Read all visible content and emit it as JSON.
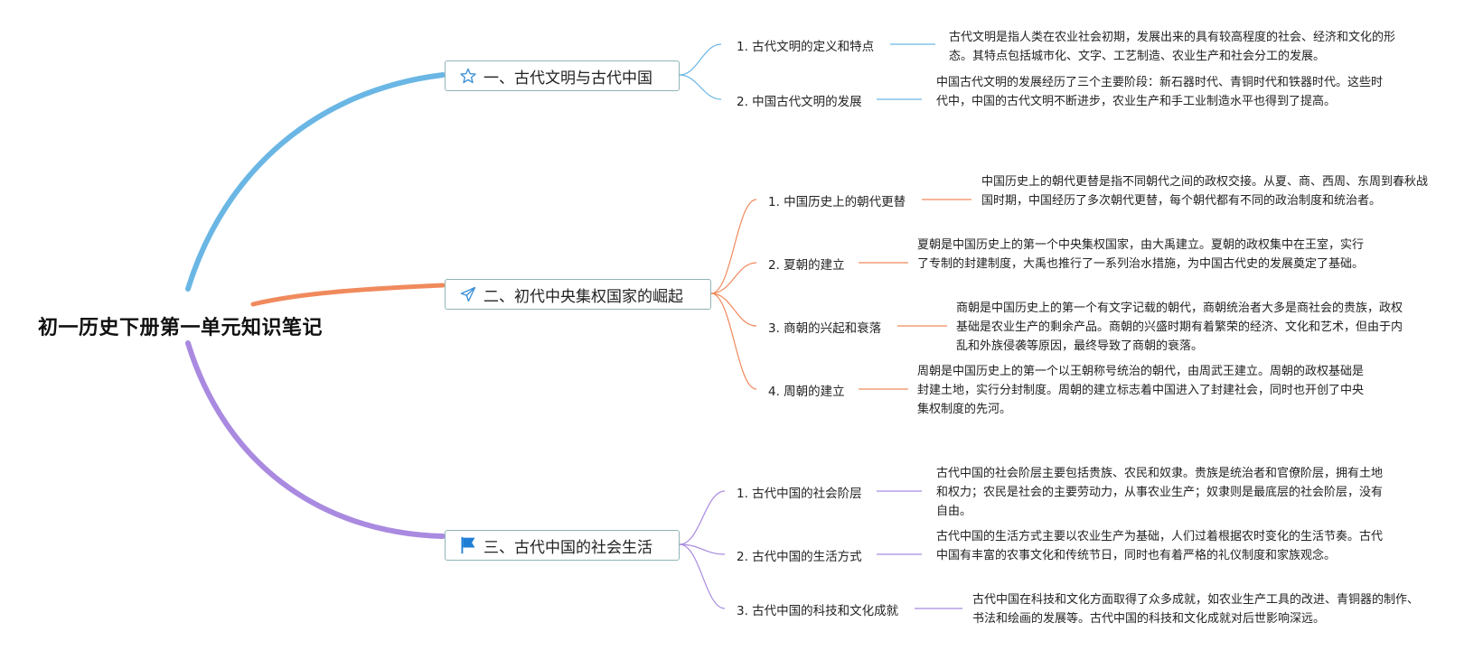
{
  "root": {
    "title": "初一历史下册第一单元知识笔记"
  },
  "colors": {
    "branch1": "#6ab6e4",
    "branch2": "#f08a5d",
    "branch3": "#a98ae0",
    "box_border": "#8fb3b6"
  },
  "branches": [
    {
      "icon": "star-icon",
      "title": "一、古代文明与古代中国",
      "topics": [
        {
          "label": "1. 古代文明的定义和特点",
          "note": "古代文明是指人类在农业社会初期，发展出来的具有较高程度的社会、经济和文化的形态。其特点包括城市化、文字、工艺制造、农业生产和社会分工的发展。"
        },
        {
          "label": "2. 中国古代文明的发展",
          "note": "中国古代文明的发展经历了三个主要阶段：新石器时代、青铜时代和铁器时代。这些时代中，中国的古代文明不断进步，农业生产和手工业制造水平也得到了提高。"
        }
      ]
    },
    {
      "icon": "send-icon",
      "title": "二、初代中央集权国家的崛起",
      "topics": [
        {
          "label": "1. 中国历史上的朝代更替",
          "note": "中国历史上的朝代更替是指不同朝代之间的政权交接。从夏、商、西周、东周到春秋战国时期，中国经历了多次朝代更替，每个朝代都有不同的政治制度和统治者。"
        },
        {
          "label": "2. 夏朝的建立",
          "note": "夏朝是中国历史上的第一个中央集权国家，由大禹建立。夏朝的政权集中在王室，实行了专制的封建制度，大禹也推行了一系列治水措施，为中国古代史的发展奠定了基础。"
        },
        {
          "label": "3. 商朝的兴起和衰落",
          "note": "商朝是中国历史上的第一个有文字记载的朝代，商朝统治者大多是商社会的贵族，政权基础是农业生产的剩余产品。商朝的兴盛时期有着繁荣的经济、文化和艺术，但由于内乱和外族侵袭等原因，最终导致了商朝的衰落。"
        },
        {
          "label": "4. 周朝的建立",
          "note": "周朝是中国历史上的第一个以王朝称号统治的朝代，由周武王建立。周朝的政权基础是封建土地，实行分封制度。周朝的建立标志着中国进入了封建社会，同时也开创了中央集权制度的先河。"
        }
      ]
    },
    {
      "icon": "flag-icon",
      "title": "三、古代中国的社会生活",
      "topics": [
        {
          "label": "1. 古代中国的社会阶层",
          "note": "古代中国的社会阶层主要包括贵族、农民和奴隶。贵族是统治者和官僚阶层，拥有土地和权力；农民是社会的主要劳动力，从事农业生产；奴隶则是最底层的社会阶层，没有自由。"
        },
        {
          "label": "2. 古代中国的生活方式",
          "note": "古代中国的生活方式主要以农业生产为基础，人们过着根据农时变化的生活节奏。古代中国有丰富的农事文化和传统节日，同时也有着严格的礼仪制度和家族观念。"
        },
        {
          "label": "3. 古代中国的科技和文化成就",
          "note": "古代中国在科技和文化方面取得了众多成就，如农业生产工具的改进、青铜器的制作、书法和绘画的发展等。古代中国的科技和文化成就对后世影响深远。"
        }
      ]
    }
  ]
}
